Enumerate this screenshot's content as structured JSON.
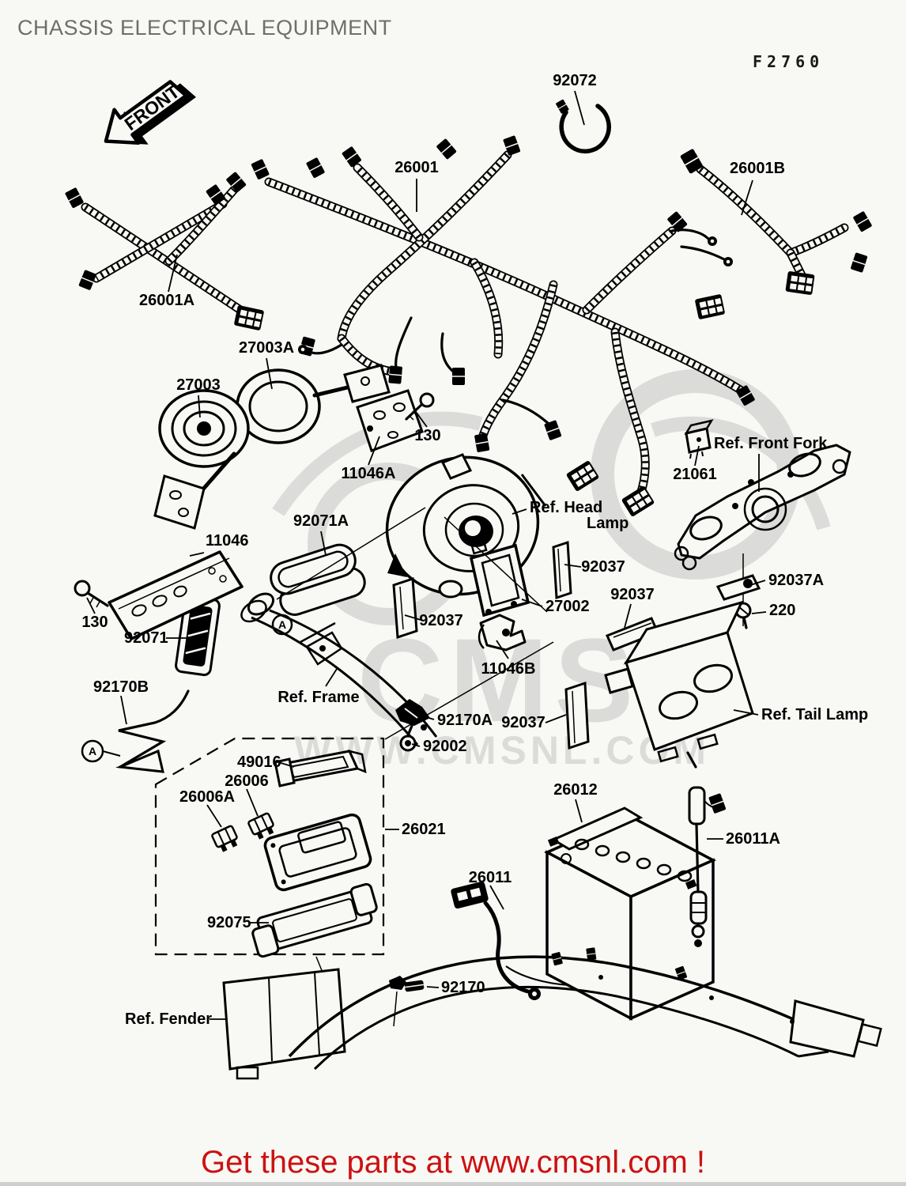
{
  "page": {
    "title": "CHASSIS ELECTRICAL EQUIPMENT",
    "plate_code": "F2760",
    "footer": "Get these parts at www.cmsnl.com !"
  },
  "watermark": {
    "logo": "CMS",
    "url": "WWW.CMSNL.COM"
  },
  "orientation": {
    "front_label": "FRONT"
  },
  "markers": {
    "circle_a": "A"
  },
  "parts": {
    "clamp_92072": "92072",
    "harness_main": "26001",
    "harness_b": "26001B",
    "harness_a": "26001A",
    "horn_bracket_a": "27003A",
    "horn": "27003",
    "bolt_130_top": "130",
    "bracket_11046a": "11046A",
    "relay_21061": "21061",
    "ref_front_fork": "Ref. Front Fork",
    "pad_92071a": "92071A",
    "ref_head_line1": "Ref. Head",
    "ref_head_line2": "Lamp",
    "damper_92037_head_r": "92037",
    "igniter_27002": "27002",
    "damper_92037_head_l": "92037",
    "damper_92037_right": "92037",
    "clamp_11046b": "11046B",
    "ref_frame": "Ref. Frame",
    "lead_92170b": "92170B",
    "clamp_92170a": "92170A",
    "damper_92037_tail": "92037",
    "ref_tail_lamp": "Ref. Tail Lamp",
    "grommet_92002": "92002",
    "bracket_49016": "49016",
    "fuse_26006": "26006",
    "fuse_26006a": "26006A",
    "junction_box_26021": "26021",
    "battery_26012": "26012",
    "cable_26011a": "26011A",
    "cable_26011": "26011",
    "tray_92075": "92075",
    "clamp_92170": "92170",
    "ref_fender": "Ref. Fender",
    "pad_92071": "92071",
    "bolt_130_left": "130",
    "bracket_11046": "11046",
    "washer_92037a": "92037A",
    "screw_220": "220"
  }
}
